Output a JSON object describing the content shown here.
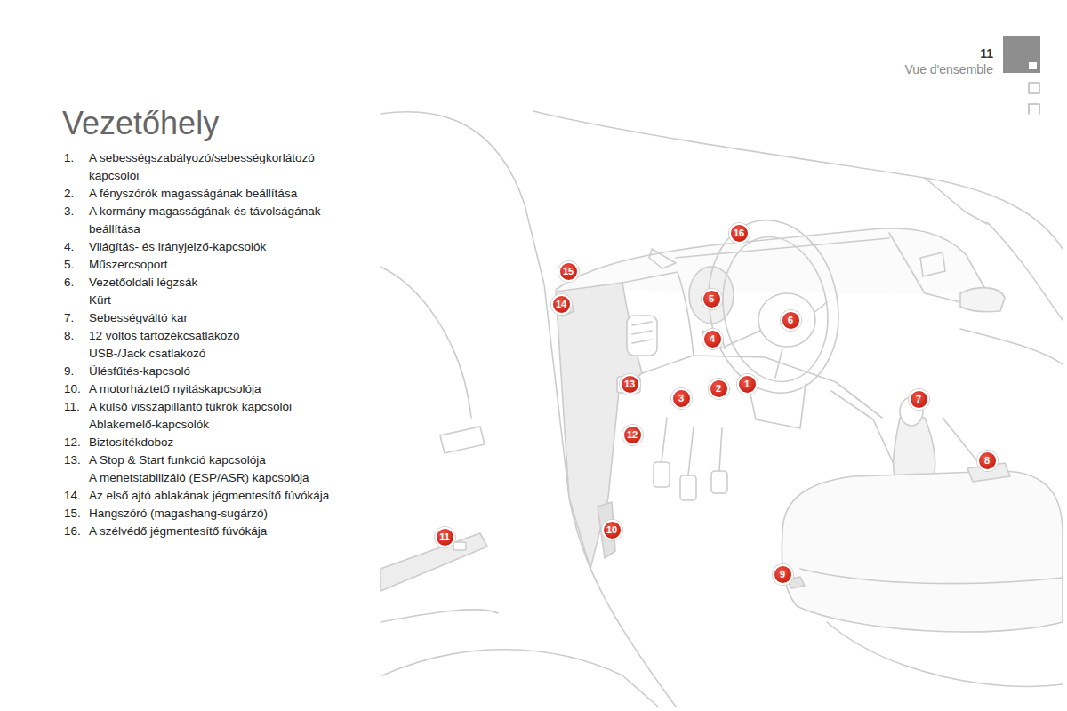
{
  "diagram": {
    "title": "Vezetőhely",
    "nodes": [
      {
        "text": [
          "1"
        ]
      },
      {
        "text": [
          "2"
        ]
      },
      {
        "text": [
          "3"
        ]
      },
      {
        "text": [
          "4"
        ]
      },
      {
        "text": [
          "5"
        ]
      },
      {
        "text": [
          "6"
        ]
      },
      {
        "text": [
          "7"
        ]
      },
      {
        "text": [
          "8"
        ]
      },
      {
        "text": [
          "9"
        ]
      },
      {
        "text": [
          "10"
        ]
      },
      {
        "text": [
          "11"
        ]
      },
      {
        "text": [
          "12"
        ]
      },
      {
        "text": [
          "13"
        ]
      },
      {
        "text": [
          "14"
        ]
      },
      {
        "text": [
          "15"
        ]
      },
      {
        "text": [
          "16"
        ]
      }
    ],
    "labels": [
      "11",
      "Vue d'ensemble",
      "1.",
      "A sebességszabályozó/sebességkorlátozó kapcsolói",
      "2.",
      "A fényszórók magasságának beállítása",
      "3.",
      "A kormány magasságának és távolságának beállítása",
      "4.",
      "Világítás- és irányjelző-kapcsolók",
      "5.",
      "Műszercsoport",
      "6.",
      "Vezetőoldali légzsák",
      "Kürt",
      "7.",
      "Sebességváltó kar",
      "8.",
      "12 voltos tartozékcsatlakozó",
      "USB-/Jack csatlakozó",
      "9.",
      "Ülésfűtés-kapcsoló",
      "10.",
      "A motorháztető nyitáskapcsolója",
      "11.",
      "A külső visszapillantó tükrök kapcsolói",
      "Ablakemelő-kapcsolók",
      "12.",
      "Biztosítékdoboz",
      "13.",
      "A Stop & Start funkció kapcsolója",
      "A menetstabilizáló (ESP/ASR) kapcsolója",
      "14.",
      "Az első ajtó ablakának jégmentesítő fúvókája",
      "15.",
      "Hangszóró (magashang-sugárzó)",
      "16.",
      "A szélvédő jégmentesítő fúvókája"
    ]
  }
}
